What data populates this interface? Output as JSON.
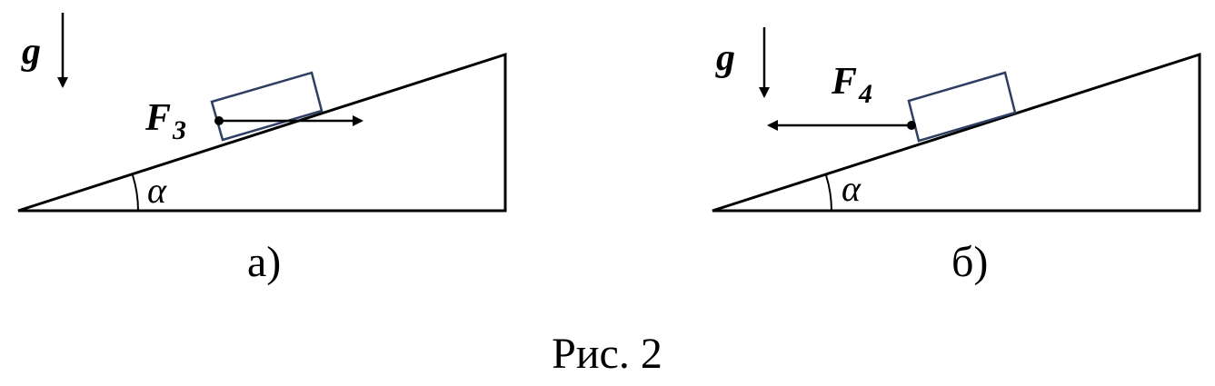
{
  "figure": {
    "caption": "Рис. 2",
    "colors": {
      "line": "#000000",
      "block_outline": "#2f3f63",
      "background": "#ffffff"
    },
    "panel_a": {
      "label": "а)",
      "gravity_label": "g",
      "force_symbol": "F",
      "force_subscript": "3",
      "angle_label": "α"
    },
    "panel_b": {
      "label": "б)",
      "gravity_label": "g",
      "force_symbol": "F",
      "force_subscript": "4",
      "angle_label": "α"
    }
  }
}
